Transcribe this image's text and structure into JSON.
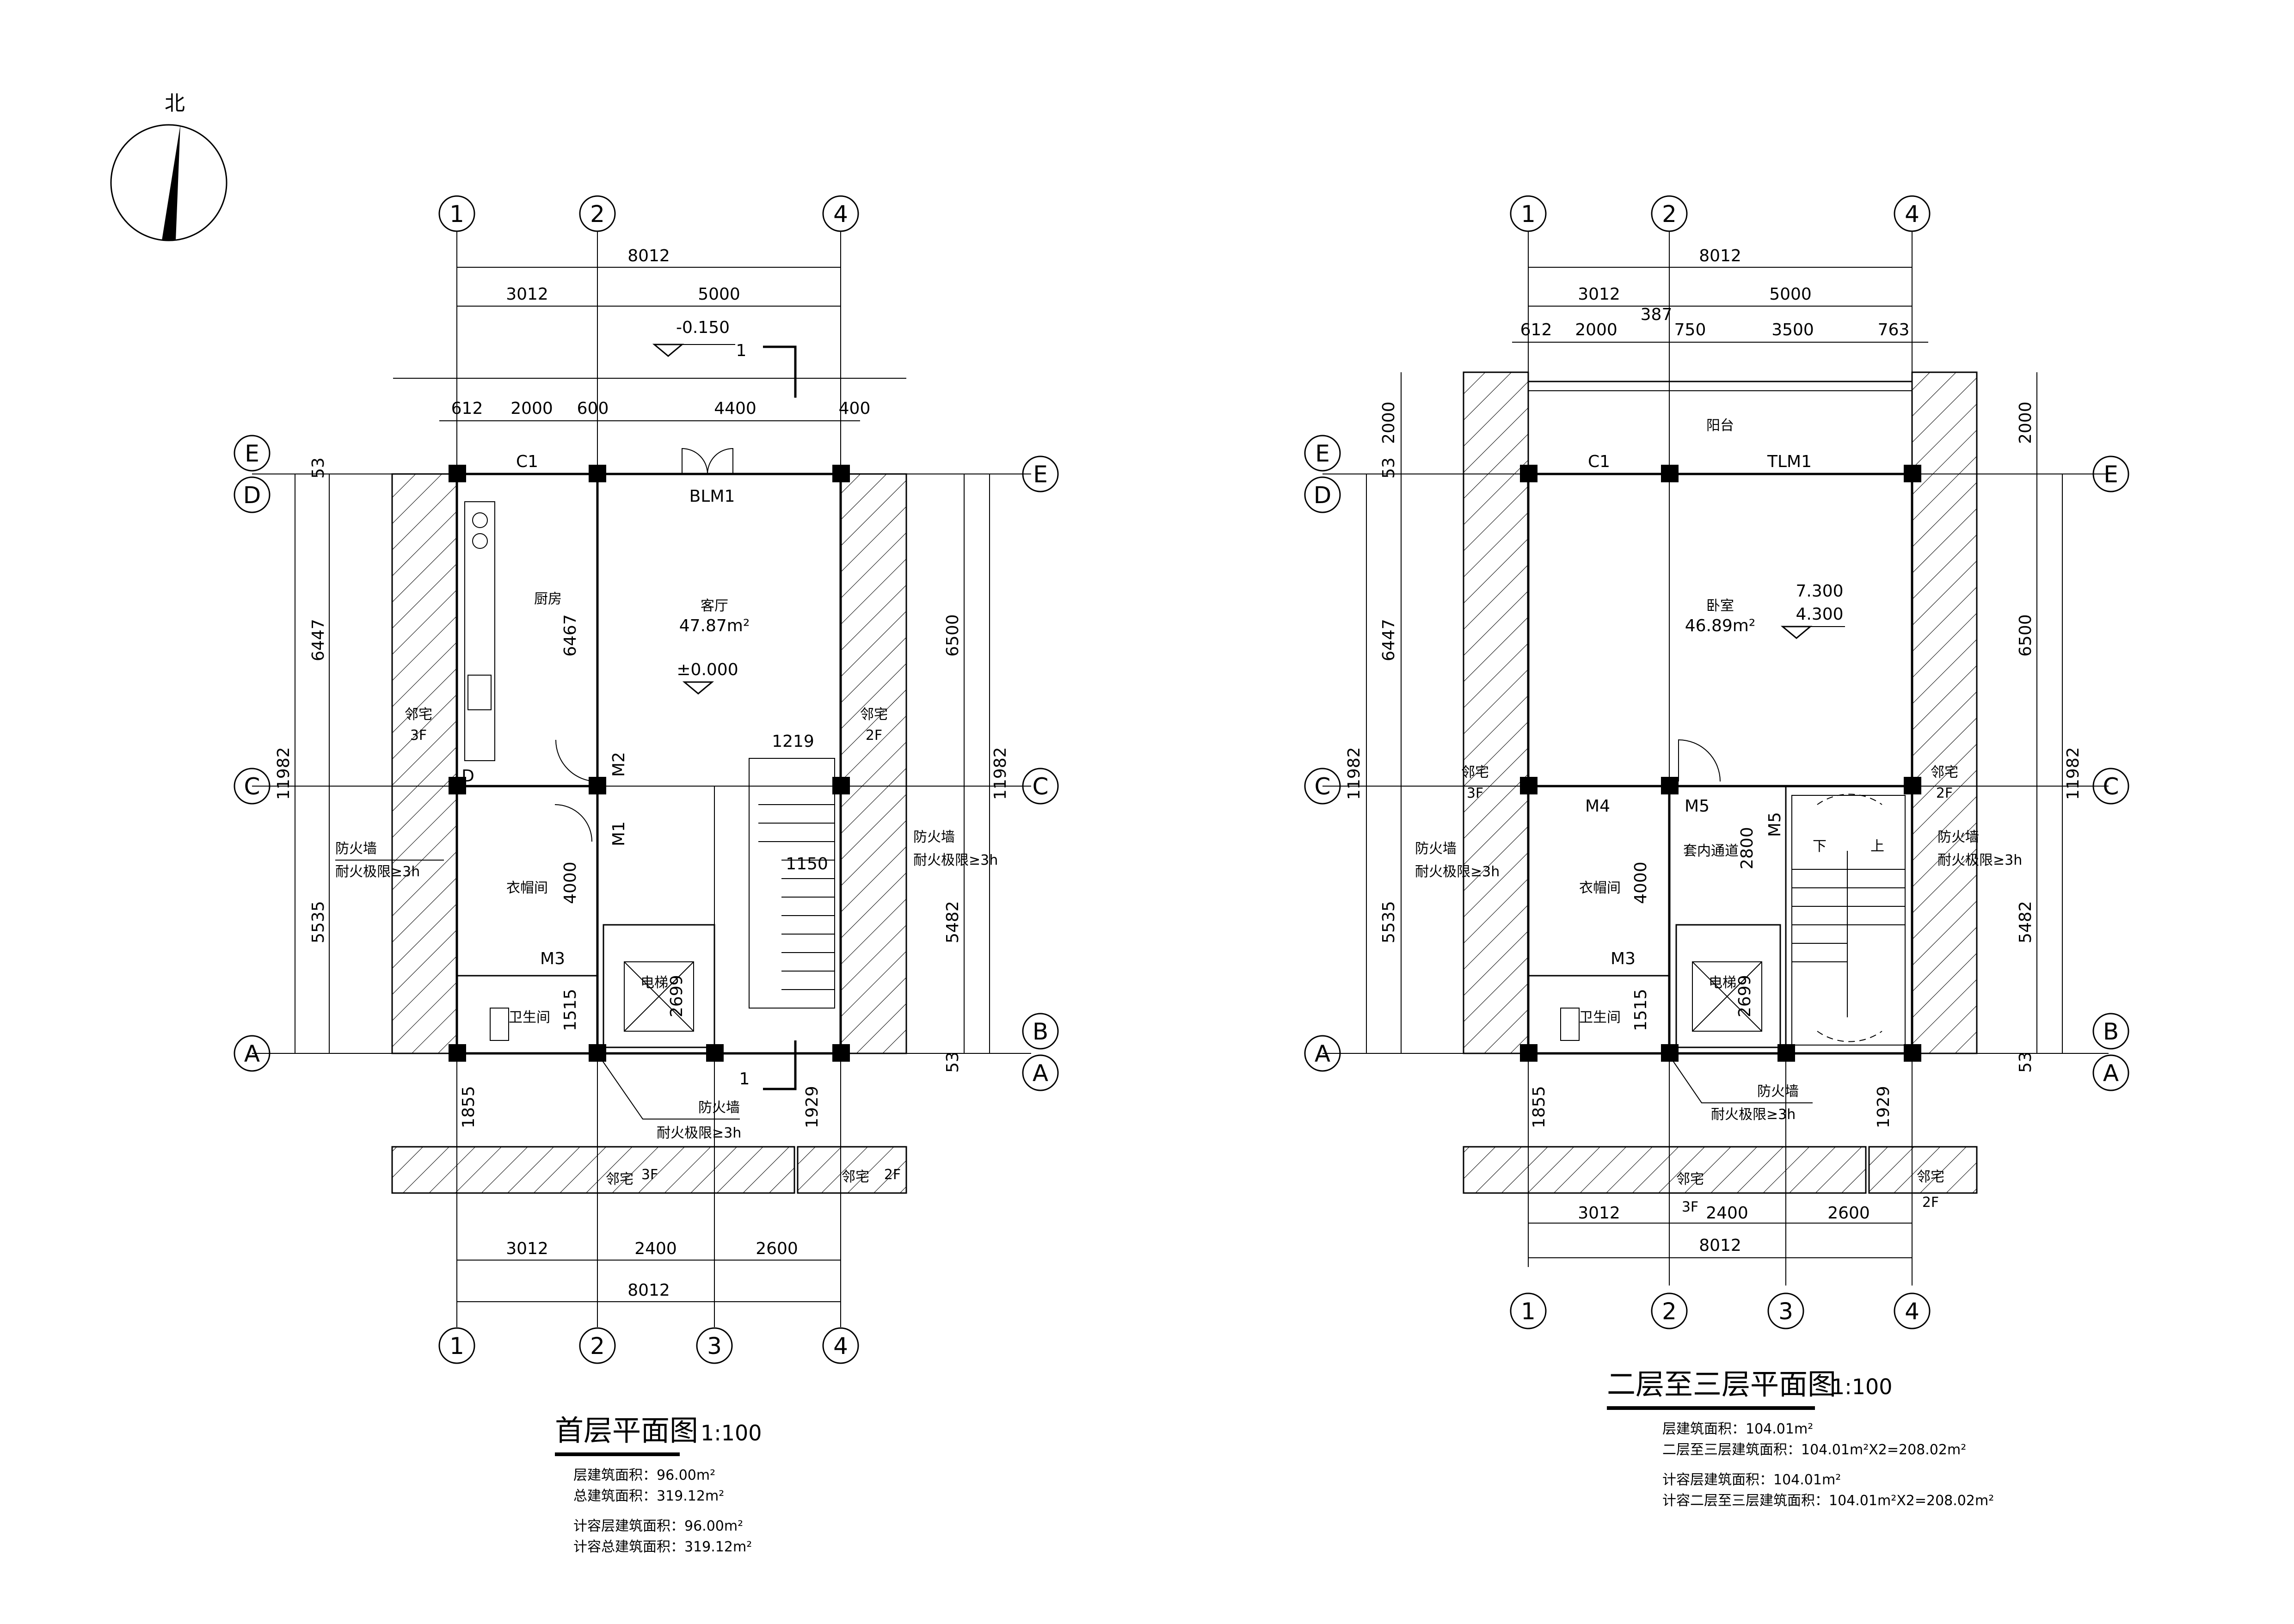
{
  "north_label": "北",
  "plan1": {
    "title": "首层平面图",
    "scale": "1:100",
    "dims_top_total": "8012",
    "dims_top_parts": [
      "3012",
      "5000"
    ],
    "dims_top_detail": [
      "612",
      "2000",
      "600",
      "4400",
      "400"
    ],
    "elevation_top": "-0.150",
    "section_mark": "1",
    "axes_top": [
      "1",
      "2",
      "4"
    ],
    "axes_bottom": [
      "1",
      "2",
      "3",
      "4"
    ],
    "axes_left": [
      "E",
      "D",
      "C",
      "A"
    ],
    "axes_right": [
      "E",
      "C",
      "B",
      "A"
    ],
    "dims_left": [
      "53",
      "6447",
      "11982",
      "5535"
    ],
    "dims_right": [
      "6500",
      "11982",
      "5482",
      "53"
    ],
    "dims_inner": [
      "6467",
      "4000",
      "1515",
      "2699",
      "1219",
      "1150"
    ],
    "dims_bottom_vertical": [
      "1855",
      "1929"
    ],
    "dims_bottom_parts": [
      "3012",
      "2400",
      "2600"
    ],
    "dims_bottom_total": "8012",
    "rooms": {
      "kitchen": "厨房",
      "living": "客厅",
      "living_area": "47.87m²",
      "living_elev": "±0.000",
      "cloak": "衣帽间",
      "wc": "卫生间",
      "elevator": "电梯"
    },
    "doors": {
      "c1": "C1",
      "blm1": "BLM1",
      "m2": "M2",
      "m1": "M1",
      "m3": "M3",
      "d": "D"
    },
    "neighbors": {
      "left": "邻宅",
      "left_f": "3F",
      "right": "邻宅",
      "right_f": "2F",
      "bottom_l": "邻宅",
      "bottom_l_f": "3F",
      "bottom_r": "邻宅",
      "bottom_r_f": "2F"
    },
    "firewall": {
      "label": "防火墙",
      "rating": "耐火极限≥3h"
    },
    "stats": [
      "层建筑面积：96.00m²",
      "总建筑面积：319.12m²",
      "计容层建筑面积：96.00m²",
      "计容总建筑面积：319.12m²"
    ]
  },
  "plan2": {
    "title": "二层至三层平面图",
    "scale": "1:100",
    "dims_top_total": "8012",
    "dims_top_parts": [
      "3012",
      "5000"
    ],
    "dims_top_detail": [
      "612",
      "2000",
      "387",
      "750",
      "3500",
      "763"
    ],
    "axes_top": [
      "1",
      "2",
      "4"
    ],
    "axes_bottom": [
      "1",
      "2",
      "3",
      "4"
    ],
    "axes_left": [
      "E",
      "D",
      "C",
      "A"
    ],
    "axes_right": [
      "E",
      "C",
      "B",
      "A"
    ],
    "dims_left": [
      "2000",
      "53",
      "6447",
      "11982",
      "5535"
    ],
    "dims_right": [
      "2000",
      "6500",
      "11982",
      "5482",
      "53"
    ],
    "dims_inner": [
      "4000",
      "2800",
      "1515",
      "2699"
    ],
    "dims_bottom_vertical": [
      "1855",
      "1929"
    ],
    "dims_bottom_parts": [
      "3012",
      "2400",
      "2600"
    ],
    "dims_bottom_total": "8012",
    "rooms": {
      "balcony": "阳台",
      "bedroom": "卧室",
      "bedroom_area": "46.89m²",
      "elev_a": "7.300",
      "elev_b": "4.300",
      "cloak": "衣帽间",
      "passage": "套内通道",
      "wc": "卫生间",
      "elevator": "电梯",
      "stair_down": "下",
      "stair_up": "上"
    },
    "doors": {
      "c1": "C1",
      "tlm1": "TLM1",
      "m4": "M4",
      "m5a": "M5",
      "m5b": "M5",
      "m3": "M3"
    },
    "neighbors": {
      "left": "邻宅",
      "left_f": "3F",
      "right": "邻宅",
      "right_f": "2F",
      "bottom_l": "邻宅",
      "bottom_l_f": "3F",
      "bottom_r": "邻宅",
      "bottom_r_f": "2F"
    },
    "firewall": {
      "label": "防火墙",
      "rating": "耐火极限≥3h"
    },
    "stats": [
      "层建筑面积：104.01m²",
      "二层至三层建筑面积：104.01m²X2=208.02m²",
      "计容层建筑面积：104.01m²",
      "计容二层至三层建筑面积：104.01m²X2=208.02m²"
    ]
  }
}
